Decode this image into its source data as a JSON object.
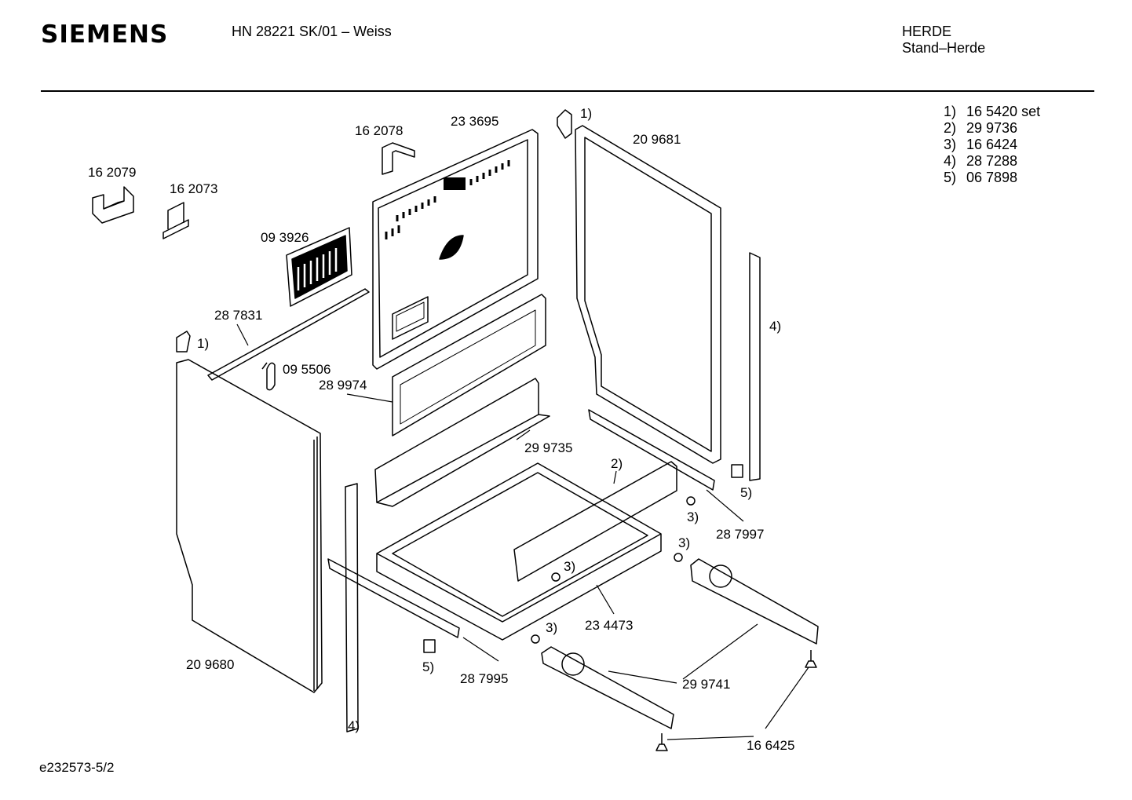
{
  "header": {
    "brand": "SIEMENS",
    "model": "HN 28221 SK/01 – Weiss",
    "category": "HERDE",
    "subcategory": "Stand–Herde"
  },
  "legend": [
    {
      "key": "1)",
      "value": "16 5420 set"
    },
    {
      "key": "2)",
      "value": "29 9736"
    },
    {
      "key": "3)",
      "value": "16 6424"
    },
    {
      "key": "4)",
      "value": "28 7288"
    },
    {
      "key": "5)",
      "value": "06 7898"
    }
  ],
  "parts": {
    "p162079": "16 2079",
    "p162073": "16 2073",
    "p162078": "16 2078",
    "p233695": "23 3695",
    "p093926": "09 3926",
    "p287831": "28 7831",
    "p095506": "09 5506",
    "p289974": "28 9974",
    "p209681": "20 9681",
    "p299735": "29 9735",
    "p287997": "28 7997",
    "p234473": "23 4473",
    "p209680": "20 9680",
    "p287995": "28 7995",
    "p299741": "29 9741",
    "p166425": "16 6425",
    "ref1a": "1)",
    "ref1b": "1)",
    "ref2": "2)",
    "ref3a": "3)",
    "ref3b": "3)",
    "ref3c": "3)",
    "ref3d": "3)",
    "ref4a": "4)",
    "ref4b": "4)",
    "ref5a": "5)",
    "ref5b": "5)"
  },
  "footer": "e232573-5/2"
}
